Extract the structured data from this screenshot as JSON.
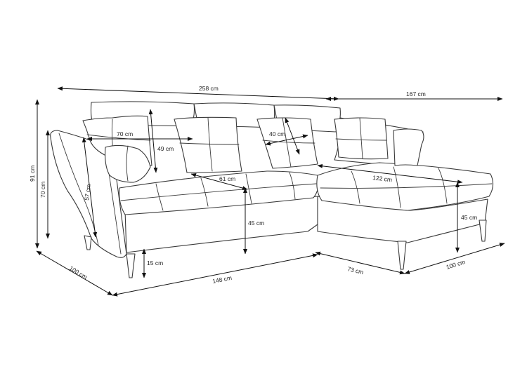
{
  "diagram": {
    "subject": "corner sofa dimension drawing",
    "dimensions": {
      "total_width": "258 cm",
      "chaise_width": "167 cm",
      "total_height": "91 cm",
      "armrest_height": "70 cm",
      "backrest_seat_height": "57 cm",
      "depth": "100 cm",
      "seat_width": "148 cm",
      "chaise_extension": "73 cm",
      "chaise_depth": "100 cm",
      "leg_height": "15 cm",
      "seat_height": "45 cm",
      "chaise_seat_height": "45 cm",
      "seat_depth": "70 cm",
      "backrest_height": "49 cm",
      "cushion_depth": "61 cm",
      "pillow_size": "40 cm",
      "chaise_length": "122 cm"
    }
  }
}
